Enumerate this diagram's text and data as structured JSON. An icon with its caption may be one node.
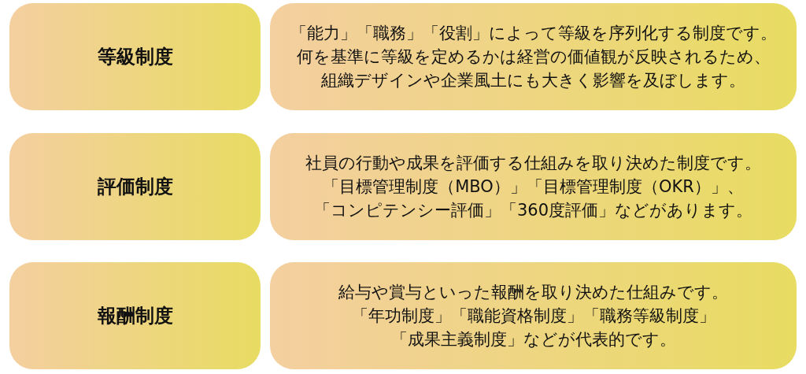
{
  "diagram": {
    "nodes": [
      {
        "text": [
          "等級制度"
        ]
      },
      {
        "text": [
          "「能力」「職務」「役割」によって等級を序列化する制度です。何を基準に等級を定めるかは経営の価値観が反映されるため、組織デザインや企業風土にも大きく影響を及ぼします。"
        ]
      },
      {
        "text": [
          "評価制度"
        ]
      },
      {
        "text": [
          "社員の行動や成果を評価する仕組みを取り決めた制度です。「目標管理制度（MBO）」「目標管理制度（OKR）」、「コンピテンシー評価」「360度評価」などがあります。"
        ]
      },
      {
        "text": [
          "報酬制度"
        ]
      },
      {
        "text": [
          "給与や賞与といった報酬を取り決めた仕組みです。「年功制度」「職能資格制度」「職務等級制度」「成果主義制度」などが代表的です。"
        ]
      }
    ]
  }
}
